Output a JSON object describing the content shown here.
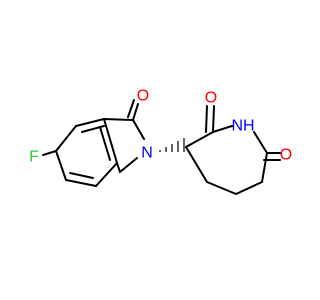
{
  "molecule": {
    "colors": {
      "bond": "#000000",
      "oxygen": "#FF0000",
      "nitrogen": "#0000FF",
      "fluorine": "#33CC33"
    },
    "atoms": {
      "o_lactam": "O",
      "o_imide_left": "O",
      "o_imide_right": "O",
      "n_isoindolinone": "N",
      "n_imide": "NH",
      "f_substituent": "F"
    }
  }
}
